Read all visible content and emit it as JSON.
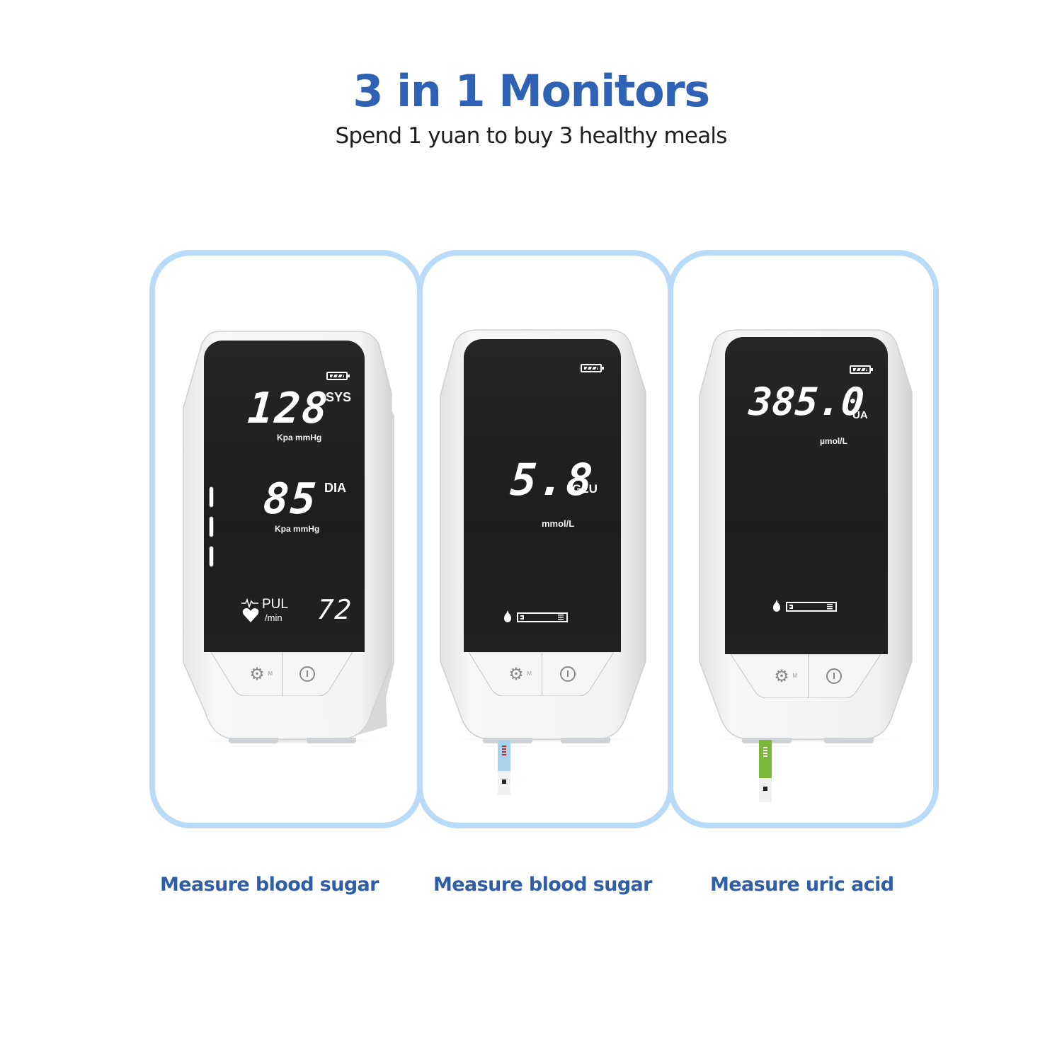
{
  "header": {
    "title": "3 in 1 Monitors",
    "subtitle": "Spend 1 yuan to buy 3 healthy meals"
  },
  "colors": {
    "title": "#2f62b5",
    "caption": "#2f5da6",
    "frame_border": "#b9dbf8",
    "screen": "#1f1f1f",
    "glucose_strip": "#a9d3ea",
    "uric_strip": "#7ab83a"
  },
  "panels": [
    {
      "caption": "Measure blood sugar",
      "device": {
        "type": "blood-pressure",
        "battery_icon": "battery-full-icon",
        "sys_value": "128",
        "sys_label": "SYS",
        "sys_unit": "Kpa mmHg",
        "dia_value": "85",
        "dia_label": "DIA",
        "dia_unit": "Kpa mmHg",
        "pulse_icon": "heart-pulse-icon",
        "pulse_label": "PUL",
        "pulse_unit": "/min",
        "pulse_value": "72",
        "buttons": [
          {
            "icon": "gear-icon",
            "sub": "M"
          },
          {
            "icon": "power-icon"
          }
        ]
      }
    },
    {
      "caption": "Measure blood sugar",
      "device": {
        "type": "glucose",
        "battery_icon": "battery-full-icon",
        "value": "5.8",
        "label": "GLU",
        "unit": "mmol/L",
        "prompt_icons": [
          "blood-drop-icon",
          "test-strip-icon"
        ],
        "buttons": [
          {
            "icon": "gear-icon",
            "sub": "M"
          },
          {
            "icon": "power-icon"
          }
        ]
      }
    },
    {
      "caption": "Measure uric acid",
      "device": {
        "type": "uric-acid",
        "battery_icon": "battery-full-icon",
        "value": "385.0",
        "label": "UA",
        "unit": "µmol/L",
        "prompt_icons": [
          "blood-drop-icon",
          "test-strip-icon"
        ],
        "buttons": [
          {
            "icon": "gear-icon",
            "sub": "M"
          },
          {
            "icon": "power-icon"
          }
        ]
      }
    }
  ]
}
